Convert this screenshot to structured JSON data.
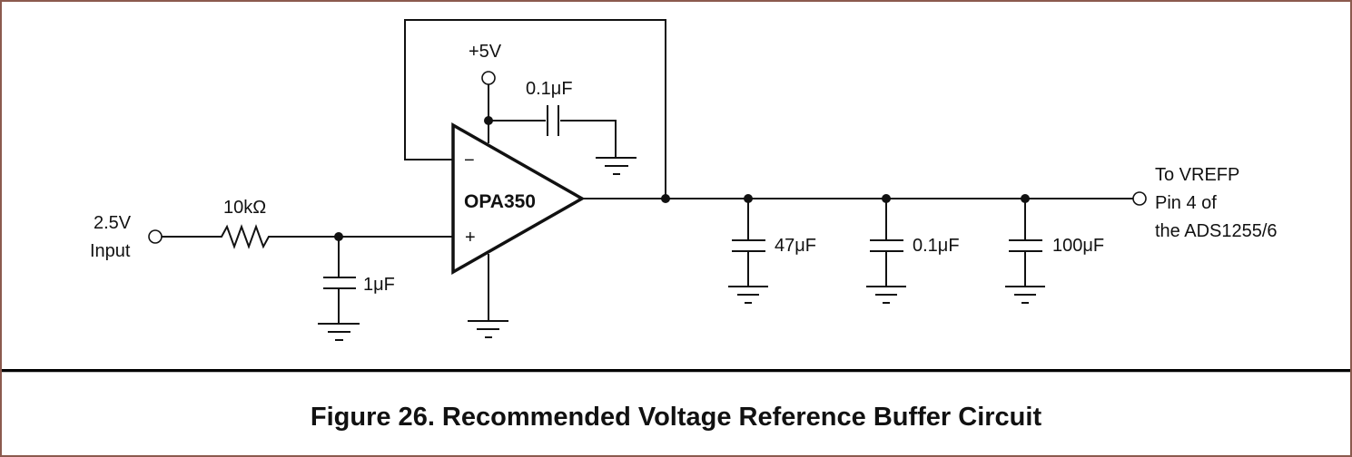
{
  "figure": {
    "caption": "Figure 26.  Recommended Voltage Reference Buffer Circuit",
    "border_color": "#8b5a4e"
  },
  "schematic": {
    "input": {
      "line1": "2.5V",
      "line2": "Input"
    },
    "resistor": {
      "label": "10kΩ"
    },
    "input_filter_cap": {
      "label": "1μF"
    },
    "supply": {
      "label": "+5V"
    },
    "bypass_cap": {
      "label": "0.1μF"
    },
    "opamp": {
      "label": "OPA350",
      "inverting": "−",
      "non_inverting": "+"
    },
    "output_caps": [
      {
        "label": "47μF"
      },
      {
        "label": "0.1μF"
      },
      {
        "label": "100μF"
      }
    ],
    "output": {
      "line1": "To VREFP",
      "line2": "Pin 4 of",
      "line3": "the ADS1255/6"
    },
    "ground_symbol": "ground-icon"
  }
}
